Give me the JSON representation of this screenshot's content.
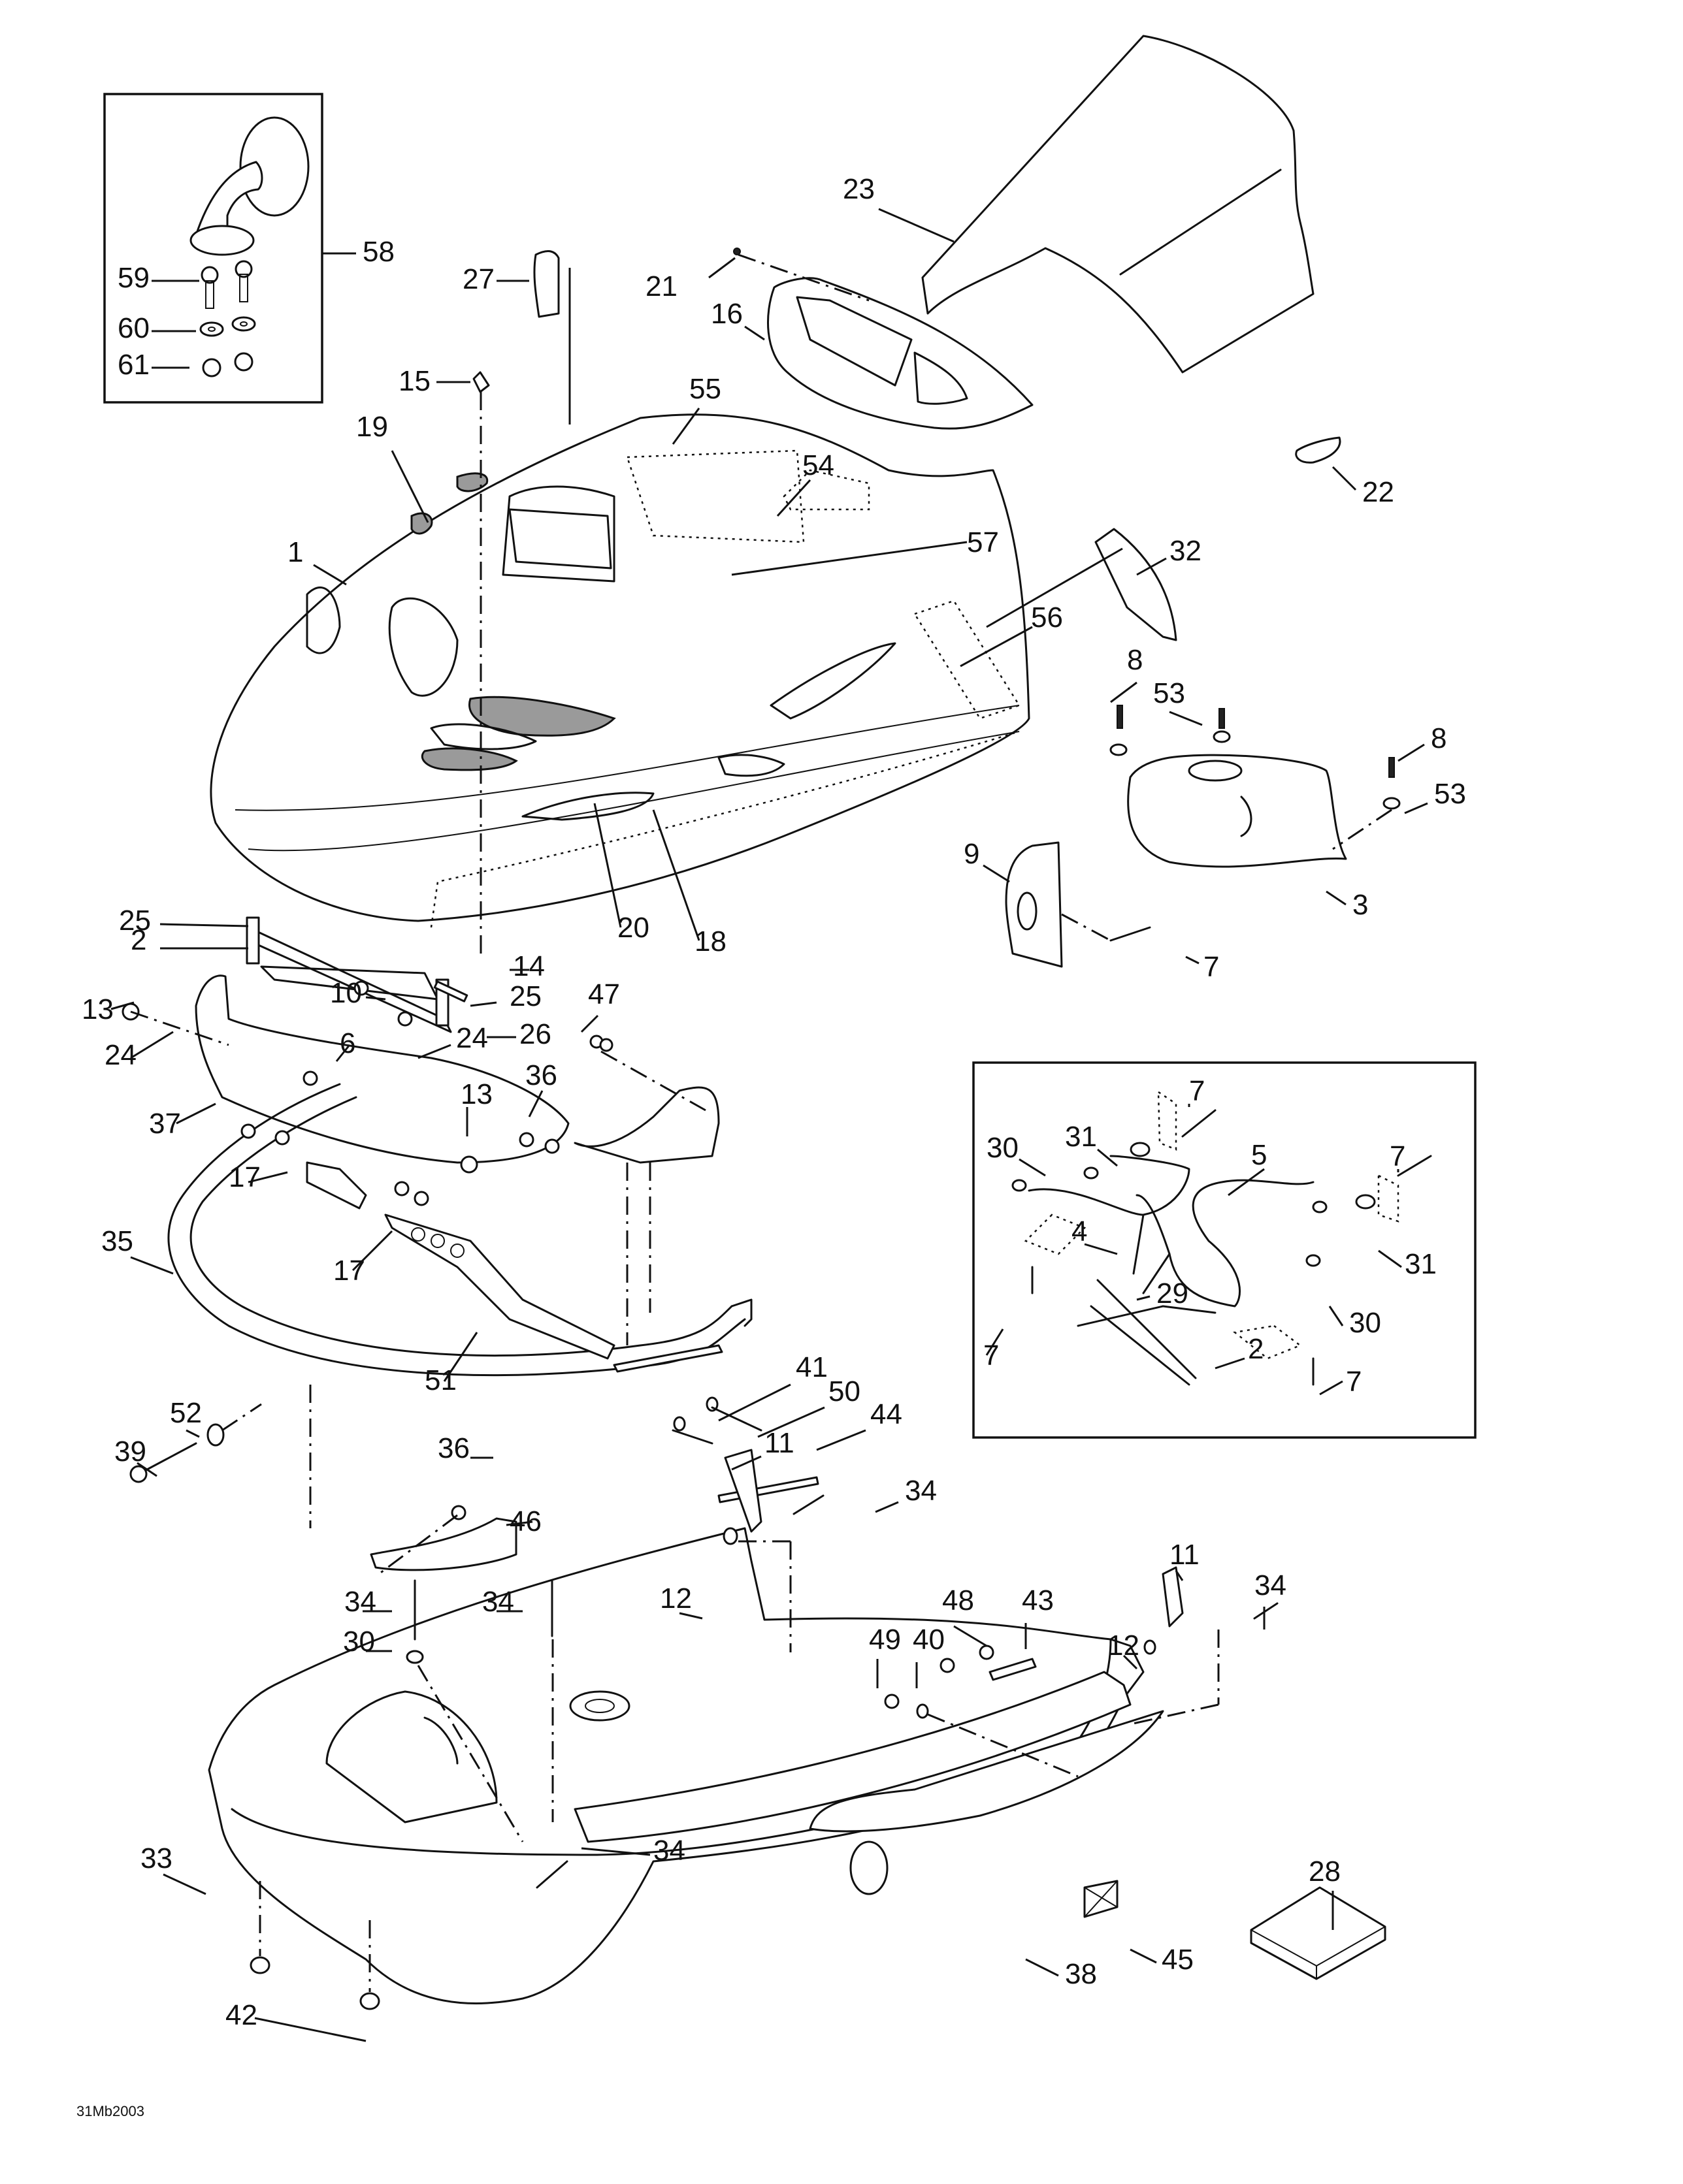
{
  "diagram": {
    "title": "Snowmobile body / hood exploded parts diagram",
    "figure_code": "31Mb2003",
    "insets": [
      {
        "name": "mirror-kit-inset",
        "callout": "58",
        "contents": [
          "59",
          "60",
          "61"
        ]
      },
      {
        "name": "hood-support-inset",
        "contents": [
          "7",
          "31",
          "30",
          "5",
          "4",
          "29",
          "2"
        ]
      }
    ],
    "callouts": [
      "58",
      "59",
      "60",
      "61",
      "27",
      "21",
      "23",
      "16",
      "15",
      "19",
      "55",
      "54",
      "57",
      "1",
      "22",
      "32",
      "56",
      "8",
      "53",
      "8",
      "53",
      "9",
      "3",
      "7",
      "25",
      "2",
      "14",
      "20",
      "18",
      "10",
      "25",
      "26",
      "13",
      "24",
      "6",
      "24",
      "47",
      "37",
      "13",
      "36",
      "17",
      "35",
      "17",
      "51",
      "52",
      "39",
      "41",
      "50",
      "44",
      "7",
      "31",
      "30",
      "5",
      "7",
      "31",
      "30",
      "4",
      "29",
      "2",
      "7",
      "7",
      "36",
      "46",
      "11",
      "34",
      "12",
      "34",
      "30",
      "34",
      "11",
      "34",
      "12",
      "48",
      "43",
      "49",
      "40",
      "33",
      "34",
      "28",
      "45",
      "38",
      "42"
    ]
  }
}
